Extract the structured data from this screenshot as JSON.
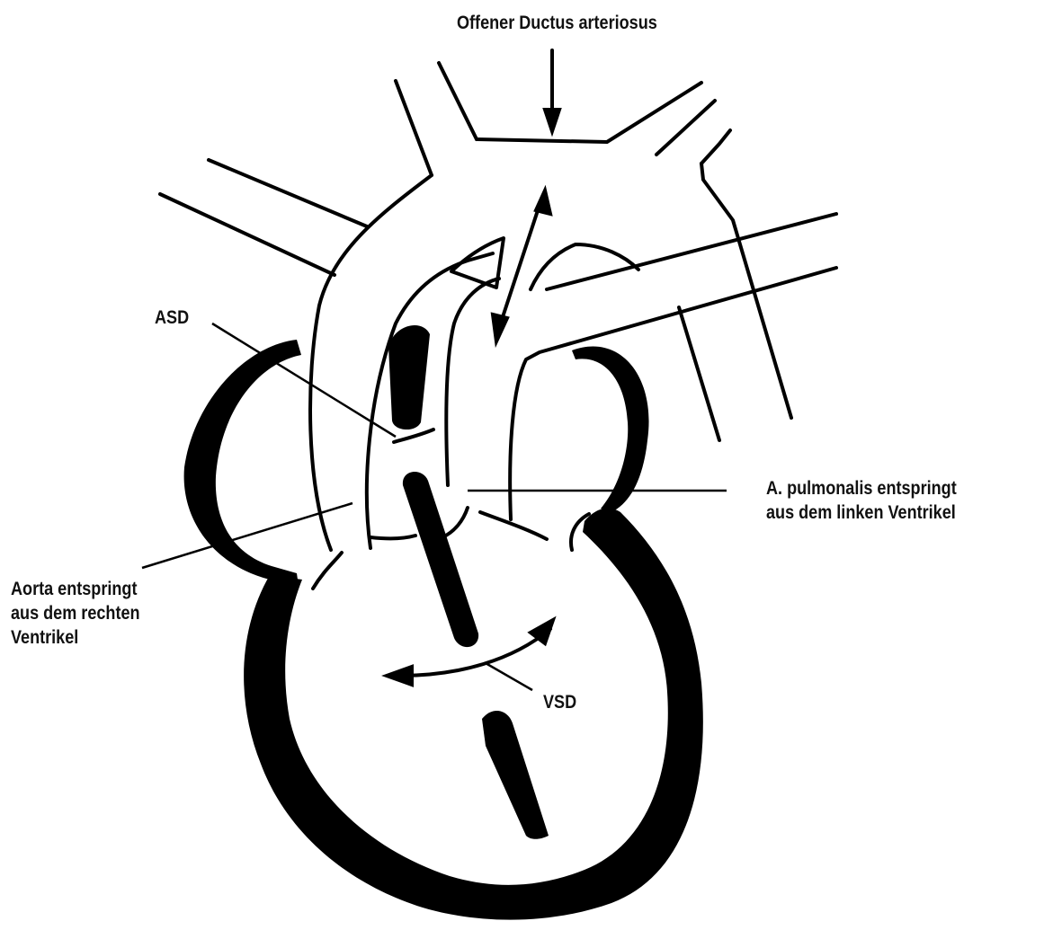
{
  "diagram": {
    "labels": {
      "ductus": "Offener Ductus arteriosus",
      "asd": "ASD",
      "pulmonalis": [
        "A. pulmonalis entspringt",
        "aus dem linken Ventrikel"
      ],
      "aorta": [
        "Aorta entspringt",
        "aus dem rechten",
        "Ventrikel"
      ],
      "vsd": "VSD"
    },
    "colors": {
      "ink": "#000000",
      "background": "#ffffff",
      "text": "#111111"
    }
  }
}
